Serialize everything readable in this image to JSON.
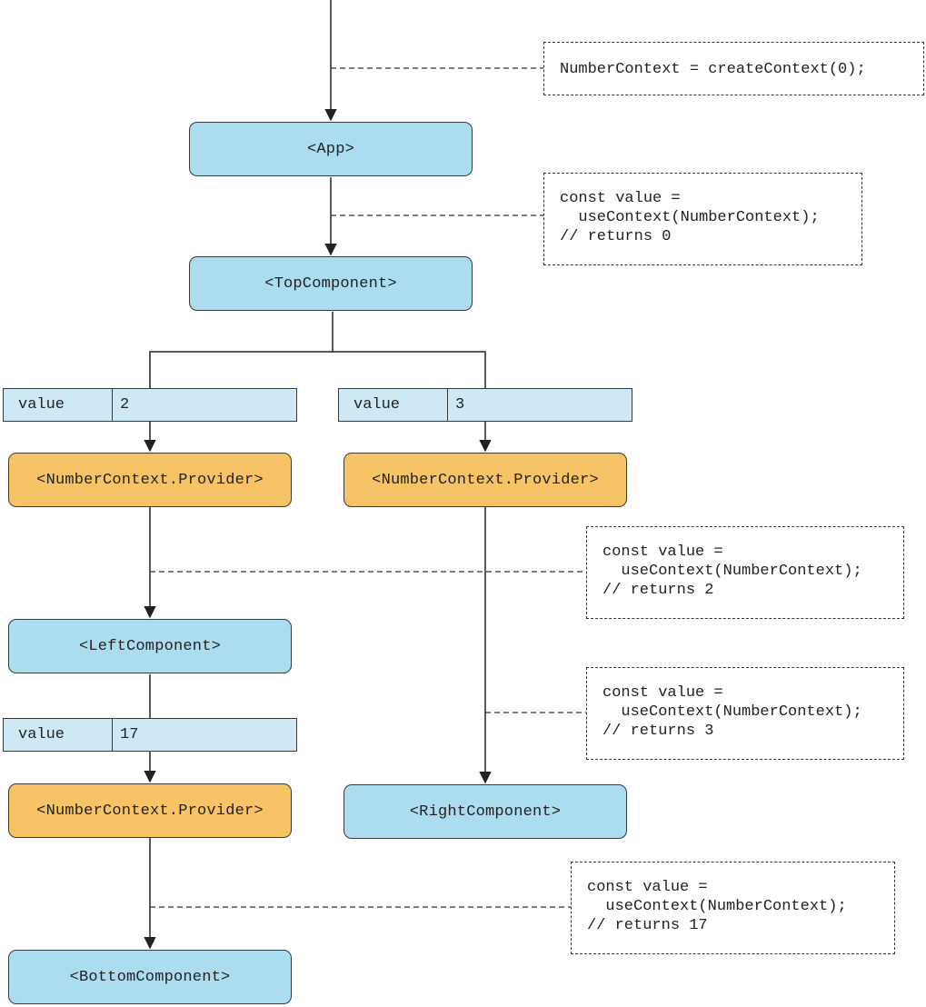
{
  "nodes": {
    "app": "<App>",
    "top": "<TopComponent>",
    "provider_left": "<NumberContext.Provider>",
    "provider_right": "<NumberContext.Provider>",
    "left": "<LeftComponent>",
    "right": "<RightComponent>",
    "provider_bottom": "<NumberContext.Provider>",
    "bottom": "<BottomComponent>"
  },
  "value_props": {
    "left": {
      "key": "value",
      "value": "2"
    },
    "right": {
      "key": "value",
      "value": "3"
    },
    "bottom": {
      "key": "value",
      "value": "17"
    }
  },
  "notes": {
    "create": [
      "NumberContext = createContext(0);"
    ],
    "top": [
      "const value =",
      "  useContext(NumberContext);",
      "// returns 0"
    ],
    "left": [
      "const value =",
      "  useContext(NumberContext);",
      "// returns 2"
    ],
    "right": [
      "const value =",
      "  useContext(NumberContext);",
      "// returns 3"
    ],
    "bottom": [
      "const value =",
      "  useContext(NumberContext);",
      "// returns 17"
    ]
  },
  "colors": {
    "component": "#abdcef",
    "provider": "#f6c366",
    "value_box": "#cfe8f5"
  }
}
